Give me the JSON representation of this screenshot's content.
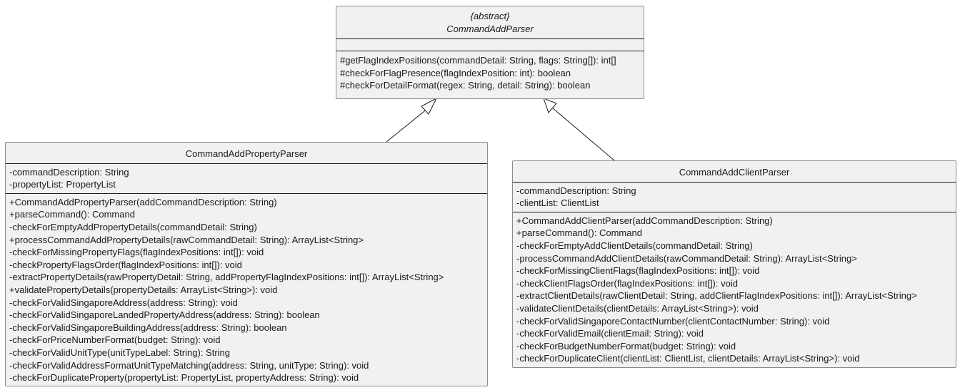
{
  "abstract_class": {
    "stereotype": "{abstract}",
    "name": "CommandAddParser",
    "attributes": [],
    "methods": [
      "#getFlagIndexPositions(commandDetail: String, flags: String[]): int[]",
      "#checkForFlagPresence(flagIndexPosition: int): boolean",
      "#checkForDetailFormat(regex: String, detail: String): boolean"
    ]
  },
  "property_parser": {
    "name": "CommandAddPropertyParser",
    "attributes": [
      "-commandDescription: String",
      "-propertyList: PropertyList"
    ],
    "methods": [
      "+CommandAddPropertyParser(addCommandDescription: String)",
      "+parseCommand(): Command",
      "-checkForEmptyAddPropertyDetails(commandDetail: String)",
      "+processCommandAddPropertyDetails(rawCommandDetail: String): ArrayList<String>",
      "-checkForMissingPropertyFlags(flagIndexPositions: int[]): void",
      "-checkPropertyFlagsOrder(flagIndexPositions: int[]): void",
      "-extractPropertyDetails(rawPropertyDetail: String, addPropertyFlagIndexPositions: int[]): ArrayList<String>",
      "+validatePropertyDetails(propertyDetails: ArrayList<String>): void",
      "-checkForValidSingaporeAddress(address: String): void",
      "-checkForValidSingaporeLandedPropertyAddress(address: String): boolean",
      "-checkForValidSingaporeBuildingAddress(address: String): boolean",
      "-checkForPriceNumberFormat(budget: String): void",
      "-checkForValidUnitType(unitTypeLabel: String): String",
      "-checkForValidAddressFormatUnitTypeMatching(address: String, unitType: String): void",
      "-checkForDuplicateProperty(propertyList: PropertyList, propertyAddress: String): void"
    ]
  },
  "client_parser": {
    "name": "CommandAddClientParser",
    "attributes": [
      "-commandDescription: String",
      "-clientList: ClientList"
    ],
    "methods": [
      "+CommandAddClientParser(addCommandDescription: String)",
      "+parseCommand(): Command",
      "-checkForEmptyAddClientDetails(commandDetail: String)",
      "-processCommandAddClientDetails(rawCommandDetail: String): ArrayList<String>",
      "-checkForMissingClientFlags(flagIndexPositions: int[]): void",
      "-checkClientFlagsOrder(flagIndexPositions: int[]): void",
      "-extractClientDetails(rawClientDetail: String, addClientFlagIndexPositions: int[]): ArrayList<String>",
      "-validateClientDetails(clientDetails: ArrayList<String>): void",
      "-checkForValidSingaporeContactNumber(clientContactNumber: String): void",
      "-checkForValidEmail(clientEmail: String): void",
      "-checkForBudgetNumberFormat(budget: String): void",
      "-checkForDuplicateClient(clientList: ClientList, clientDetails: ArrayList<String>): void"
    ]
  },
  "colors": {
    "class_fill": "#f1f1f1",
    "class_border": "#8a8a8a",
    "edge": "#1a1a1a"
  }
}
